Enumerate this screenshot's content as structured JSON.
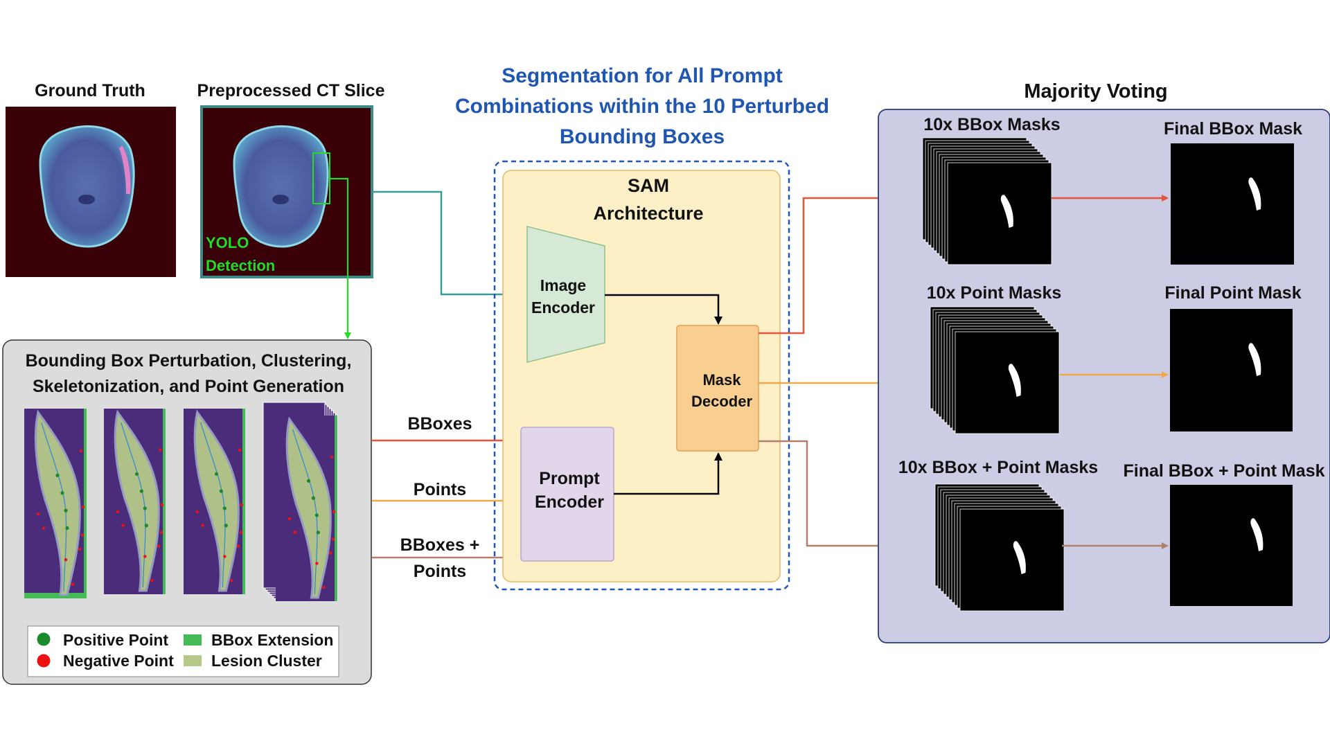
{
  "colors": {
    "bbox_arrow": "#e8533a",
    "point_arrow": "#f0a847",
    "combo_arrow": "#b0806a",
    "teal_arrow": "#3a9a9a",
    "yolo_green": "#22dd22",
    "title_blue": "#1f56b0",
    "sam_fill": "#fdefc6",
    "majority_fill": "#cccde4",
    "mask_decoder_fill": "#f8cf90",
    "image_encoder_fill": "#d6e8d6",
    "prompt_encoder_fill": "#e2d6ea"
  },
  "left": {
    "ground_truth_title": "Ground Truth",
    "ct_slice_title": "Preprocessed CT Slice",
    "yolo_line1": "YOLO",
    "yolo_line2": "Detection"
  },
  "perturbation": {
    "title_line1": "Bounding Box Perturbation, Clustering,",
    "title_line2": "Skeletonization, and Point Generation",
    "legend": {
      "positive": "Positive Point",
      "negative": "Negative Point",
      "extension": "BBox Extension",
      "cluster": "Lesion Cluster"
    }
  },
  "prompts": {
    "bboxes": "BBoxes",
    "points": "Points",
    "combo_line1": "BBoxes +",
    "combo_line2": "Points"
  },
  "segmentation": {
    "title_line1": "Segmentation for All Prompt",
    "title_line2": "Combinations within the 10 Perturbed",
    "title_line3": "Bounding Boxes"
  },
  "sam": {
    "title_line1": "SAM",
    "title_line2": "Architecture",
    "image_encoder_line1": "Image",
    "image_encoder_line2": "Encoder",
    "prompt_encoder_line1": "Prompt",
    "prompt_encoder_line2": "Encoder",
    "mask_decoder_line1": "Mask",
    "mask_decoder_line2": "Decoder"
  },
  "voting": {
    "title": "Majority Voting",
    "bbox_masks": "10x BBox Masks",
    "point_masks": "10x Point Masks",
    "combo_masks": "10x BBox + Point Masks",
    "final_bbox": "Final BBox Mask",
    "final_point": "Final Point Mask",
    "final_combo": "Final BBox + Point Mask"
  }
}
